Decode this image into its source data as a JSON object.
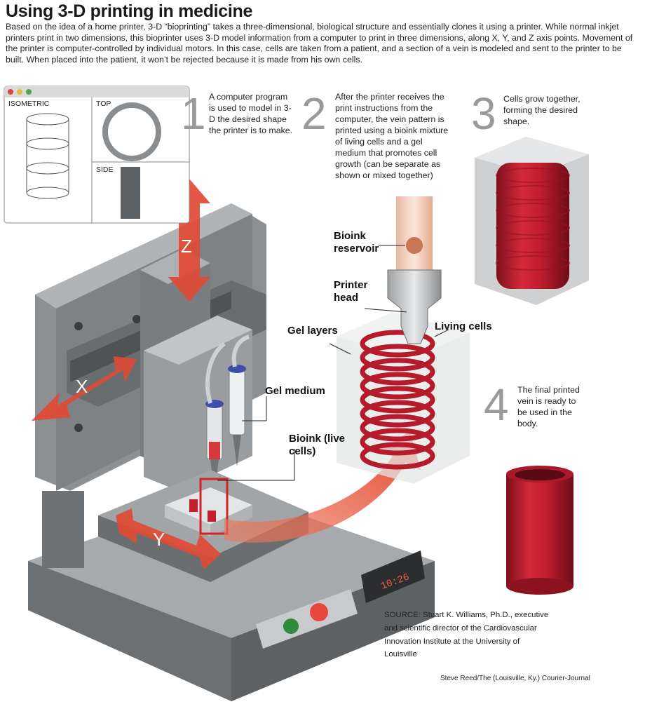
{
  "title": "Using 3-D printing in medicine",
  "intro": "Based on the idea of a home printer, 3-D “bioprinting” takes a three-dimensional, biological structure and essentially clones it using a printer. While normal inkjet printers print in two dimensions, this bioprinter uses 3-D model information from a computer to print in three dimensions, along X, Y, and Z axis points. Movement of the printer is computer-controlled by individual motors. In this case, cells are taken from a patient, and a section of a vein is modeled and sent to the printer to be built. When placed into the patient, it won’t be rejected because it is made from his own cells.",
  "software_window": {
    "view_isometric": "ISOMETRIC",
    "view_top": "TOP",
    "view_side": "SIDE"
  },
  "steps": [
    {
      "number": "1",
      "text": "A computer program is used to model in 3-D the desired shape the printer is to make."
    },
    {
      "number": "2",
      "text": "After the printer receives the print instructions from the computer, the vein pattern is printed using a bioink mixture of living cells and a gel medium that promotes cell growth (can be separate as shown or mixed together)"
    },
    {
      "number": "3",
      "text": "Cells grow together, forming the desired shape."
    },
    {
      "number": "4",
      "text": "The final printed vein is ready to be used in the body."
    }
  ],
  "callouts": {
    "bioink_reservoir": "Bioink reservoir",
    "printer_head": "Printer head",
    "gel_layers": "Gel layers",
    "living_cells": "Living cells",
    "gel_medium": "Gel medium",
    "bioink_live_cells": "Bioink (live cells)"
  },
  "axes": {
    "x": "X",
    "y": "Y",
    "z": "Z"
  },
  "display": {
    "readout": "10:26"
  },
  "source": "SOURCE: Stuart K. Williams, Ph.D., executive and scientific director of the Cardiovascular Innovation Institute at the University of Louisville",
  "credit": "Steve Reed/The (Louisville, Ky.) Courier-Journal",
  "colors": {
    "accent_red": "#d8382b",
    "vein_red": "#c41e2f",
    "machine_gray": "#8a8d8f",
    "step_number_gray": "#9a9a9a"
  }
}
